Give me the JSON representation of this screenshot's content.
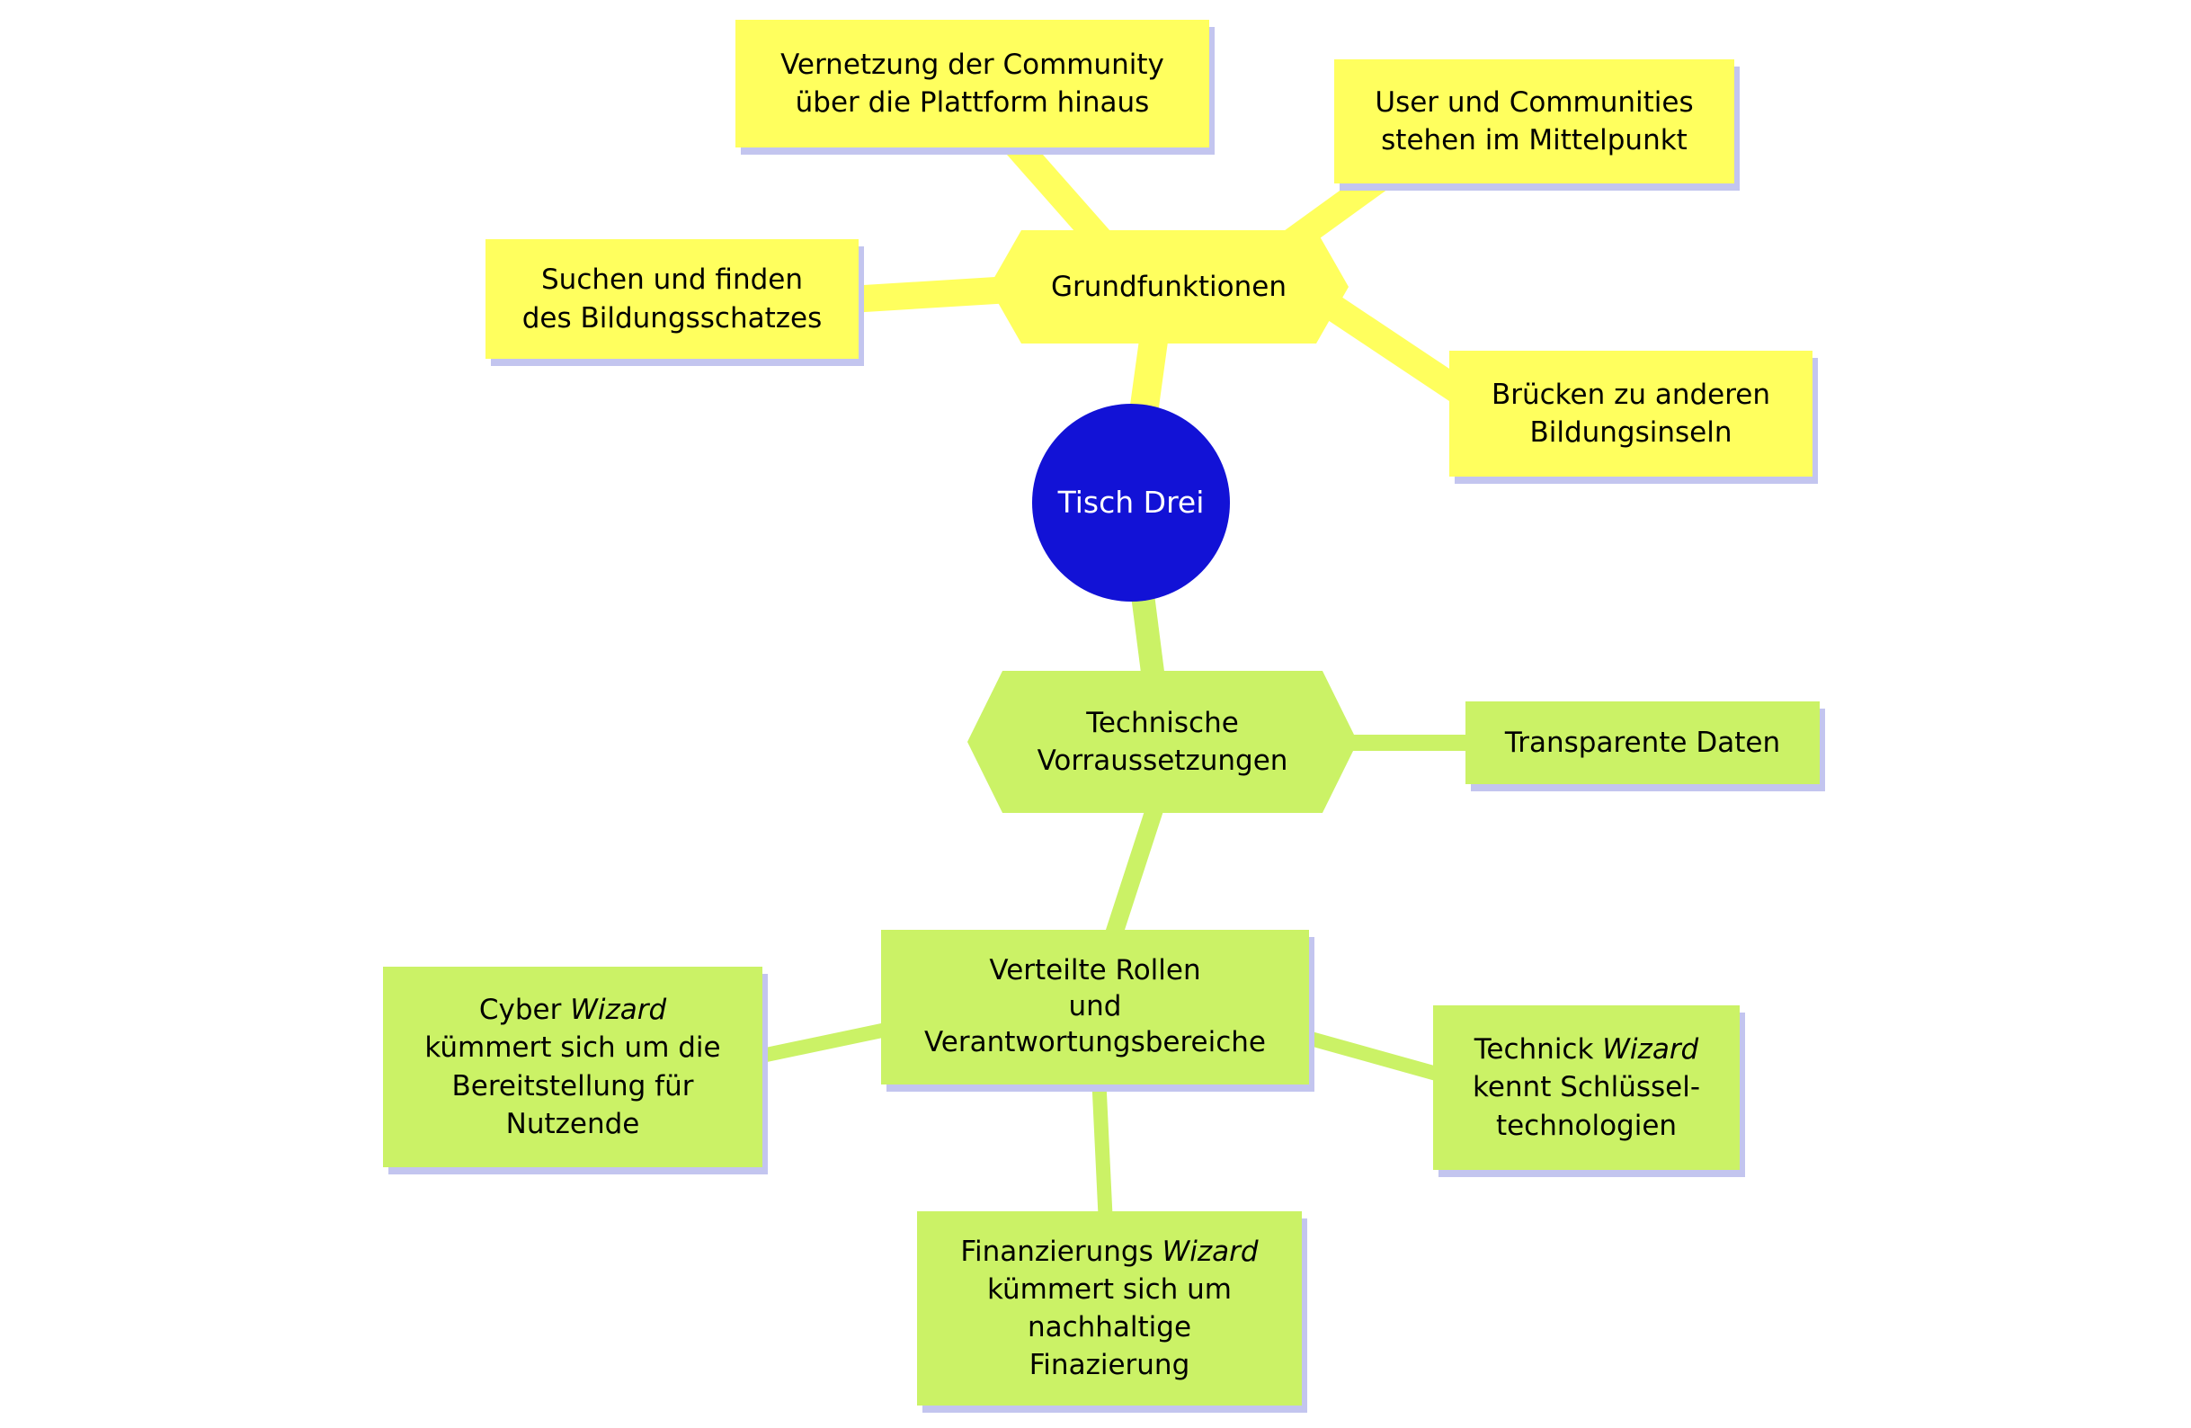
{
  "palette": {
    "branch_yellow": "#FFFF5E",
    "branch_green": "#CBF266",
    "root_blue": "#1212D6",
    "shadow_lavender": "#C3C5EF",
    "text": "#000000",
    "root_text": "#FFFFFF"
  },
  "root": {
    "label": "Tisch Drei"
  },
  "yellow_branch": {
    "hub": {
      "label": "Grundfunktionen"
    },
    "vernetzung": {
      "lines": [
        "Vernetzung der Community",
        "über die Plattform hinaus"
      ]
    },
    "user_communities": {
      "lines": [
        "User und Communities",
        "stehen im Mittelpunkt"
      ]
    },
    "suchen_finden": {
      "lines": [
        "Suchen und finden",
        "des Bildungsschatzes"
      ]
    },
    "bruecken": {
      "lines": [
        "Brücken zu anderen",
        "Bildungsinseln"
      ]
    }
  },
  "green_branch": {
    "hub": {
      "lines": [
        "Technische",
        "Vorraussetzungen"
      ]
    },
    "transparente_daten": {
      "label": "Transparente Daten"
    },
    "verteilte_rollen": {
      "lines": [
        "Verteilte Rollen",
        "und",
        "Verantwortungsbereiche"
      ]
    },
    "cyber_wizard": {
      "line1_normal": "Cyber ",
      "line1_italic": "Wizard",
      "lines": [
        "kümmert sich um die",
        "Bereitstellung für",
        "Nutzende"
      ]
    },
    "technick_wizard": {
      "line1_normal": "Technick ",
      "line1_italic": "Wizard",
      "lines": [
        "kennt Schlüssel-",
        "technologien"
      ]
    },
    "finanzierungs_wizard": {
      "line1_normal": "Finanzierungs ",
      "line1_italic": "Wizard",
      "lines": [
        "kümmert sich um",
        "nachhaltige",
        "Finazierung"
      ]
    }
  }
}
